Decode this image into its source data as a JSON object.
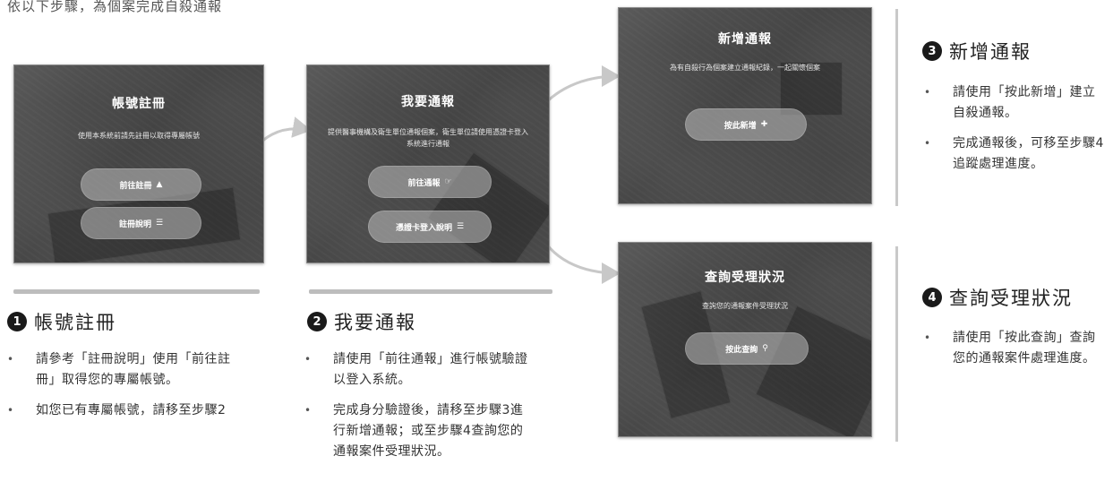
{
  "intro": "依以下步驟，為個案完成自殺通報",
  "cards": {
    "register": {
      "title": "帳號註冊",
      "subtitle": "使用本系統前請先註冊以取得專屬帳號",
      "btn1": "前往註冊",
      "btn2": "註冊說明"
    },
    "report": {
      "title": "我要通報",
      "subtitle": "提供醫事機構及衛生單位通報個案，衛生單位請使用憑證卡登入系統進行通報",
      "btn1": "前往通報",
      "btn2": "憑證卡登入說明"
    },
    "add": {
      "title": "新增通報",
      "subtitle": "為有自殺行為個案建立通報紀錄，一起關懷個案",
      "btn1": "按此新增"
    },
    "query": {
      "title": "查詢受理狀況",
      "subtitle": "查詢您的通報案件受理狀況",
      "btn1": "按此查詢"
    }
  },
  "steps": {
    "s1": {
      "num": "1",
      "title": "帳號註冊",
      "bullets": [
        "請參考「註冊說明」使用「前往註冊」取得您的專屬帳號。",
        "如您已有專屬帳號，請移至步驟2"
      ]
    },
    "s2": {
      "num": "2",
      "title": "我要通報",
      "bullets": [
        "請使用「前往通報」進行帳號驗證以登入系統。",
        "完成身分驗證後，請移至步驟3進行新增通報；或至步驟4查詢您的通報案件受理狀況。"
      ]
    },
    "s3": {
      "num": "3",
      "title": "新增通報",
      "bullets": [
        "請使用「按此新增」建立自殺通報。",
        "完成通報後，可移至步驟4追蹤處理進度。"
      ]
    },
    "s4": {
      "num": "4",
      "title": "查詢受理狀況",
      "bullets": [
        "請使用「按此查詢」查詢您的通報案件處理進度。"
      ]
    }
  },
  "icons": {
    "register": "user-icon",
    "info": "book-icon",
    "report": "hand-icon",
    "add": "plus-icon",
    "search": "search-icon"
  }
}
